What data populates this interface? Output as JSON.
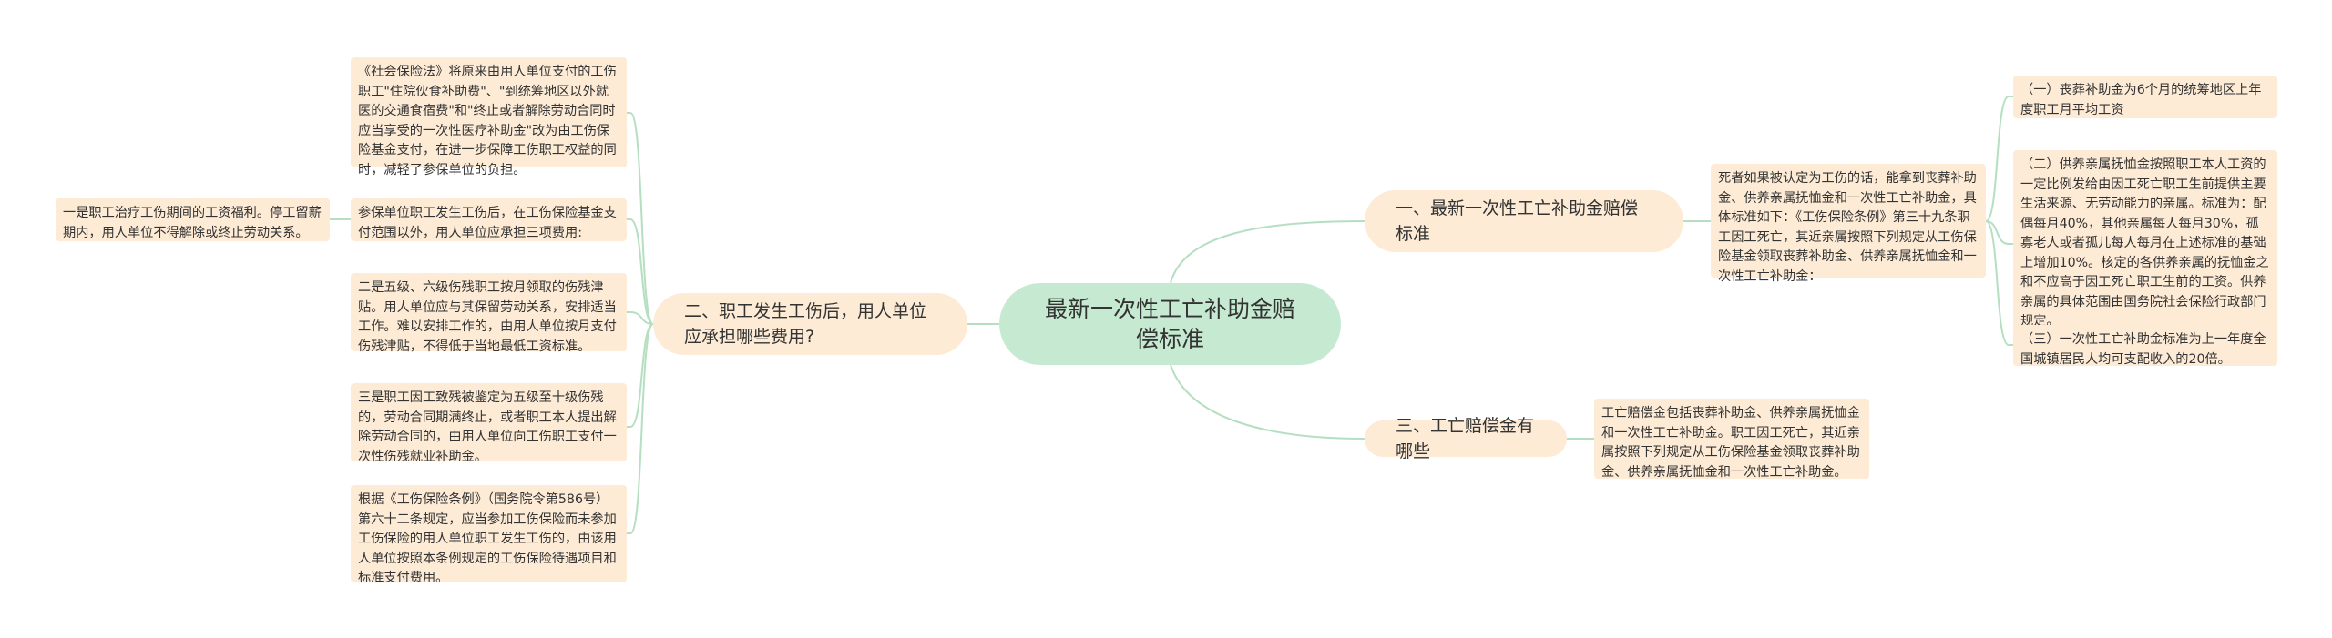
{
  "root": "最新一次性工亡补助金赔偿标准",
  "right": [
    {
      "label": "一、最新一次性工亡补助金赔偿标准",
      "children": [
        {
          "text": "死者如果被认定为工伤的话，能拿到丧葬补助金、供养亲属抚恤金和一次性工亡补助金，具体标准如下：《工伤保险条例》第三十九条职工因工死亡，其近亲属按照下列规定从工伤保险基金领取丧葬补助金、供养亲属抚恤金和一次性工亡补助金：",
          "children": [
            "（一）丧葬补助金为6个月的统筹地区上年度职工月平均工资",
            "（二）供养亲属抚恤金按照职工本人工资的一定比例发给由因工死亡职工生前提供主要生活来源、无劳动能力的亲属。标准为：配偶每月40%，其他亲属每人每月30%，孤寡老人或者孤儿每人每月在上述标准的基础上增加10%。核定的各供养亲属的抚恤金之和不应高于因工死亡职工生前的工资。供养亲属的具体范围由国务院社会保险行政部门规定。",
            "（三）一次性工亡补助金标准为上一年度全国城镇居民人均可支配收入的20倍。"
          ]
        }
      ]
    },
    {
      "label": "三、工亡赔偿金有哪些",
      "children": [
        {
          "text": "工亡赔偿金包括丧葬补助金、供养亲属抚恤金和一次性工亡补助金。职工因工死亡，其近亲属按照下列规定从工伤保险基金领取丧葬补助金、供养亲属抚恤金和一次性工亡补助金。"
        }
      ]
    }
  ],
  "left": [
    {
      "label": "二、职工发生工伤后，用人单位应承担哪些费用?",
      "children": [
        {
          "text": "《社会保险法》将原来由用人单位支付的工伤职工\"住院伙食补助费\"、\"到统筹地区以外就医的交通食宿费\"和\"终止或者解除劳动合同时应当享受的一次性医疗补助金\"改为由工伤保险基金支付，在进一步保障工伤职工权益的同时，减轻了参保单位的负担。"
        },
        {
          "text": "参保单位职工发生工伤后，在工伤保险基金支付范围以外，用人单位应承担三项费用:",
          "children": [
            "一是职工治疗工伤期间的工资福利。停工留薪期内，用人单位不得解除或终止劳动关系。"
          ]
        },
        {
          "text": "二是五级、六级伤残职工按月领取的伤残津贴。用人单位应与其保留劳动关系，安排适当工作。难以安排工作的，由用人单位按月支付伤残津贴，不得低于当地最低工资标准。"
        },
        {
          "text": "三是职工因工致残被鉴定为五级至十级伤残的，劳动合同期满终止，或者职工本人提出解除劳动合同的，由用人单位向工伤职工支付一次性伤残就业补助金。"
        },
        {
          "text": "根据《工伤保险条例》（国务院令第586号）第六十二条规定，应当参加工伤保险而未参加工伤保险的用人单位职工发生工伤的，由该用人单位按照本条例规定的工伤保险待遇项目和标准支付费用。"
        }
      ]
    }
  ],
  "colors": {
    "root_fill": "#c6ead1",
    "node_fill": "#fdebd6",
    "link": "#b5dfc0"
  }
}
